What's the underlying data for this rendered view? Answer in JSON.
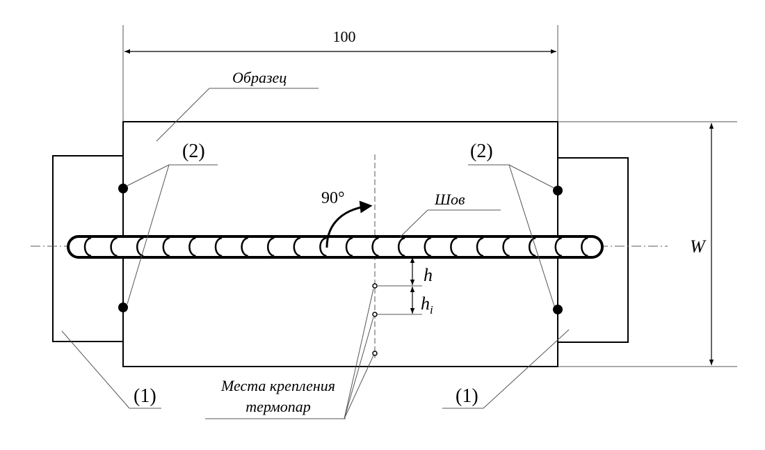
{
  "diagram": {
    "dimension_length": "100",
    "label_specimen": "Образец",
    "label_seam": "Шов",
    "label_width": "W",
    "label_angle": "90°",
    "label_h": "h",
    "label_hi_base": "h",
    "label_hi_sub": "i",
    "label_point_1_left": "(1)",
    "label_point_1_right": "(1)",
    "label_point_2_left": "(2)",
    "label_point_2_right": "(2)",
    "label_thermocouple_line1": "Места крепления",
    "label_thermocouple_line2": "термопар"
  }
}
